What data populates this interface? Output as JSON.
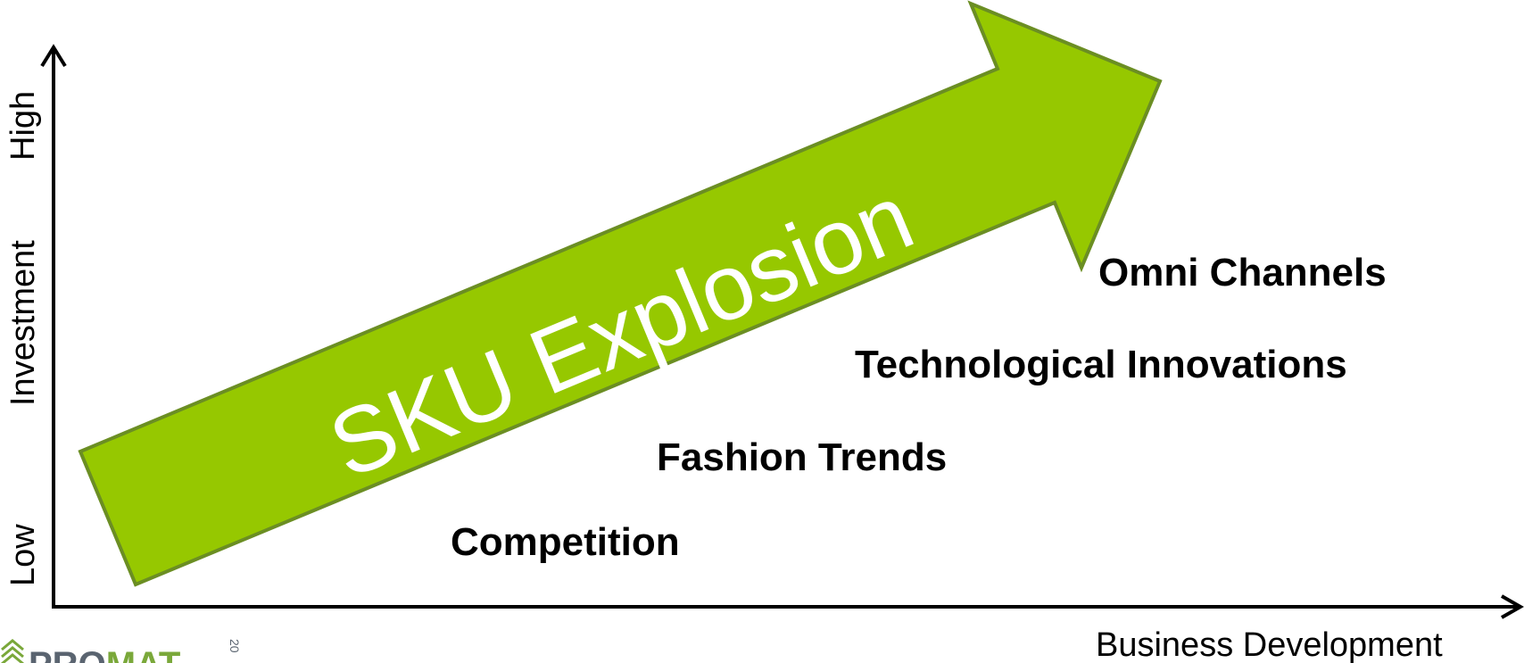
{
  "axes": {
    "y_low": "Low",
    "y_title": "Investment",
    "y_high": "High",
    "x_title": "Business Development"
  },
  "arrow": {
    "label": "SKU Explosion",
    "fill_color": "#96c800",
    "stroke_color": "#6b8e23"
  },
  "drivers": [
    "Competition",
    "Fashion Trends",
    "Technological Innovations",
    "Omni Channels"
  ],
  "logo": {
    "text_pro": "PRO",
    "text_mat": "MAT",
    "text_year": "20"
  }
}
